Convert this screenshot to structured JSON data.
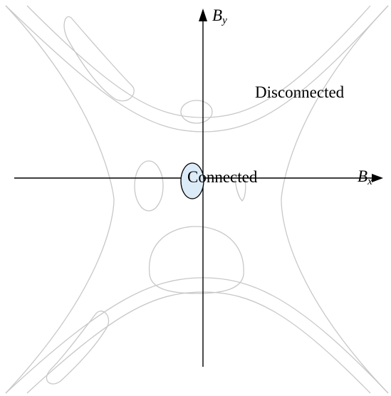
{
  "axes": {
    "x_label": {
      "base": "B",
      "sub": "x"
    },
    "y_label": {
      "base": "B",
      "sub": "y"
    }
  },
  "regions": {
    "connected": "Connected",
    "disconnected": "Disconnected"
  },
  "colors": {
    "axis": "#000000",
    "contour": "#c8c8c8",
    "connected_fill": "#dcebf8",
    "connected_stroke": "#000000"
  }
}
